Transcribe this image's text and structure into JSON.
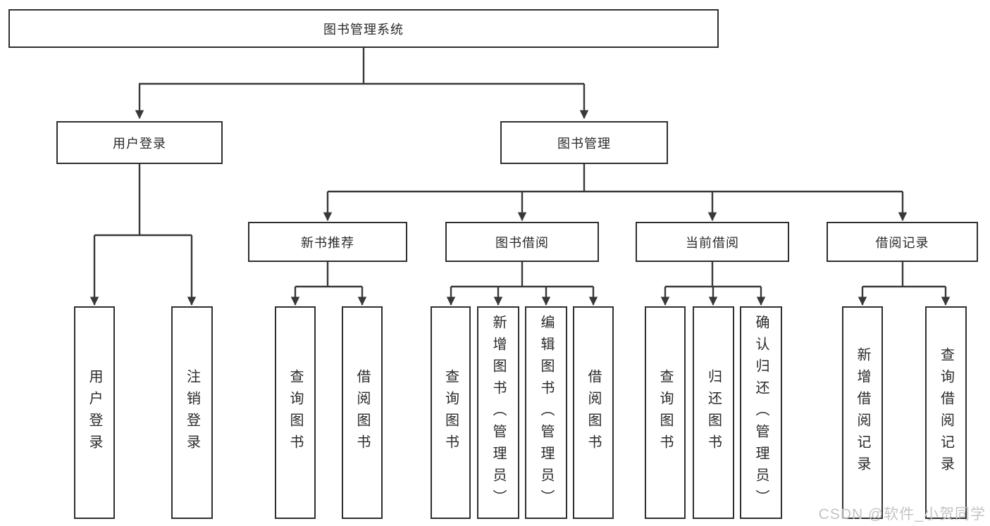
{
  "diagram": {
    "root": {
      "label": "图书管理系统"
    },
    "level2": [
      {
        "label": "用户登录"
      },
      {
        "label": "图书管理"
      }
    ],
    "level3": [
      {
        "label": "新书推荐"
      },
      {
        "label": "图书借阅"
      },
      {
        "label": "当前借阅"
      },
      {
        "label": "借阅记录"
      }
    ],
    "leaves": {
      "user_login": [
        "用户登录",
        "注销登录"
      ],
      "new_books": [
        "查询图书",
        "借阅图书"
      ],
      "book_borrow": [
        "查询图书",
        "新增图书（管理员）",
        "编辑图书（管理员）",
        "借阅图书"
      ],
      "current_borrow": [
        "查询图书",
        "归还图书",
        "确认归还（管理员）"
      ],
      "borrow_records": [
        "新增借阅记录",
        "查询借阅记录"
      ]
    }
  },
  "watermark": {
    "text": "CSDN @软件_小贺同学"
  },
  "colors": {
    "line": "#383838",
    "box_border": "#2f2f2f",
    "text": "#2a2a2a",
    "watermark_text": "#c4c4c4",
    "background": "#ffffff"
  }
}
